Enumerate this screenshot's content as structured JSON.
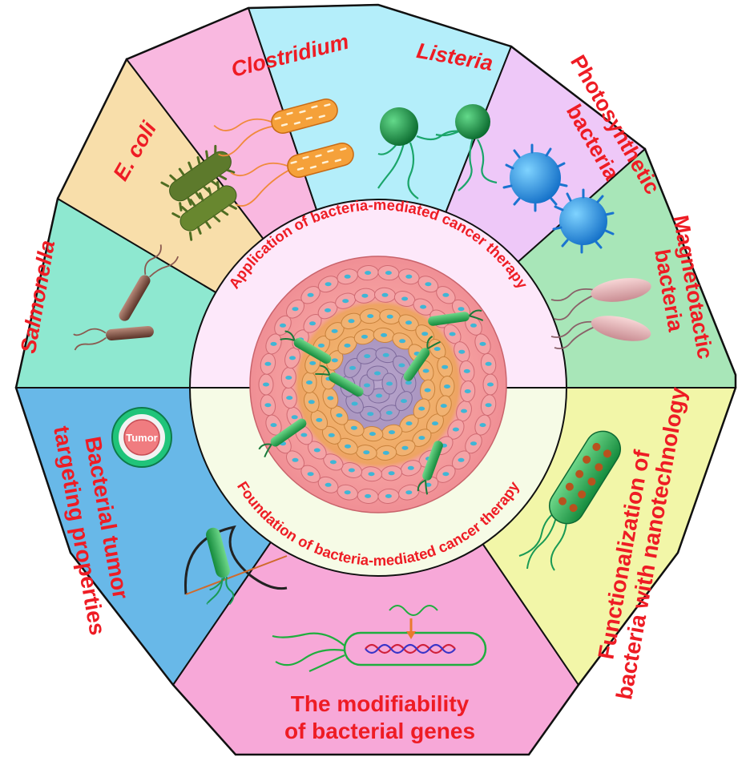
{
  "diagram": {
    "center": {
      "upper_ring_text": "Application of bacteria-mediated cancer therapy",
      "lower_ring_text": "Foundation of bacteria-mediated cancer therapy"
    },
    "upper_segments": [
      {
        "label": "Salmonella",
        "color": "#8ee8d0"
      },
      {
        "label": "E. coli",
        "color": "#f8deaa"
      },
      {
        "label": "Clostridium",
        "color": "#f9b8e0"
      },
      {
        "label": "Listeria",
        "color": "#b4eefa"
      },
      {
        "label_lines": [
          "Photosynthetic",
          "bacteria"
        ],
        "color": "#eec8f8"
      },
      {
        "label_lines": [
          "Magnetotactic",
          "bacteria"
        ],
        "color": "#a8e6b8"
      }
    ],
    "lower_segments": [
      {
        "label_lines": [
          "Bacterial tumor",
          "targeting properties"
        ],
        "color": "#68b8e8",
        "badge": "Tumor"
      },
      {
        "label_lines": [
          "The modifiability",
          "of bacterial genes"
        ],
        "color": "#f7a8d8"
      },
      {
        "label_lines": [
          "Functionalization of",
          "bacteria with nanotechnology"
        ],
        "color": "#f2f6a8"
      }
    ],
    "colors": {
      "text_red": "#ee1c24",
      "outline": "#111111",
      "upper_ring": "#fde8fa",
      "lower_ring": "#f6fbe6"
    }
  }
}
